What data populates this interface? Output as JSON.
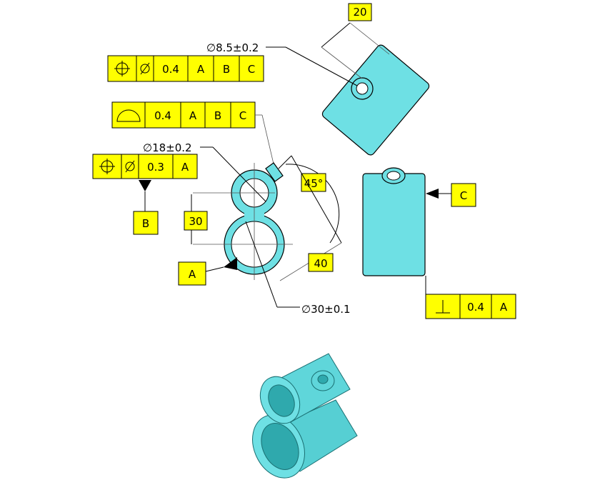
{
  "drawing": {
    "dims": {
      "d_20": "20",
      "d_hole": "∅8.5±0.2",
      "d_small": "∅18±0.2",
      "d_30": "30",
      "d_45": "45°",
      "d_40": "40",
      "d_large": "∅30±0.1"
    },
    "datums": {
      "a": "A",
      "b": "B",
      "c": "C"
    },
    "fcf_position_hole": {
      "tol": "0.4",
      "ref1": "A",
      "ref2": "B",
      "ref3": "C"
    },
    "fcf_profile": {
      "tol": "0.4",
      "ref1": "A",
      "ref2": "B",
      "ref3": "C"
    },
    "fcf_position_small": {
      "tol": "0.3",
      "ref1": "A"
    },
    "fcf_perpendicular": {
      "tol": "0.4",
      "ref1": "A"
    },
    "colors": {
      "part": "#6ee0e4",
      "frame": "#ffff00"
    }
  }
}
